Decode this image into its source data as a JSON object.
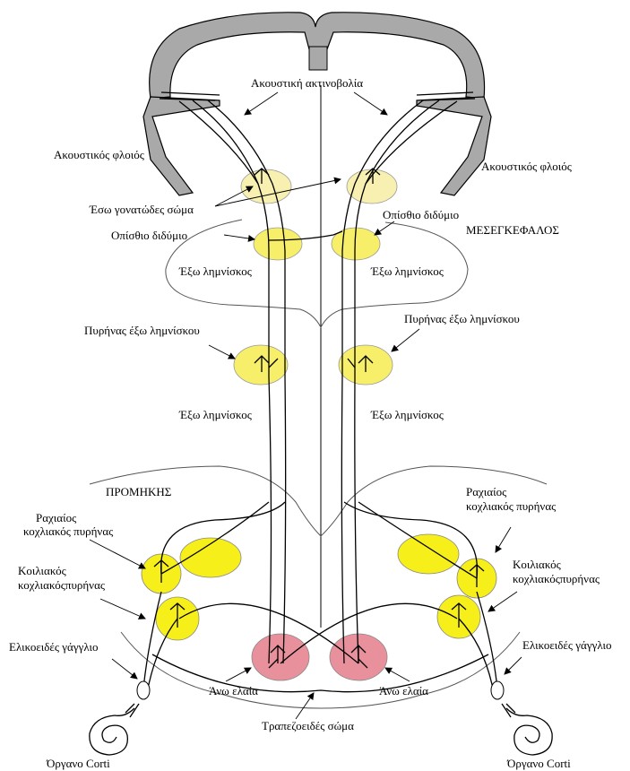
{
  "labels": {
    "auditory_radiation": "Ακουστική ακτινοβολία",
    "auditory_cortex": "Ακουστικός φλοιός",
    "medial_geniculate": "Έσω γονατώδες σώμα",
    "inferior_colliculus": "Οπίσθιο διδύμιο",
    "midbrain": "ΜΕΣΕΓΚΕΦΑΛΟΣ",
    "lateral_lemniscus": "Έξω λημνίσκος",
    "nucleus_lateral_lemniscus": "Πυρήνας έξω λημνίσκου",
    "medulla": "ΠΡΟΜΗΚΗΣ",
    "dorsal_cochlear_l1": "Ραχιαίος",
    "dorsal_cochlear_l2": "κοχλιακός πυρήνας",
    "ventral_cochlear_l1": "Κοιλιακός",
    "ventral_cochlear_l2": "κοχλιακόςπυρήνας",
    "spiral_ganglion": "Ελικοειδές γάγγλιο",
    "superior_olive": "Άνω ελαία",
    "trapezoid_body": "Τραπεζοειδές σώμα",
    "organ_of_corti": "Όργανο Corti"
  },
  "colors": {
    "cortex_fill": "#a9a9a9",
    "nucleus_yellow": "#f7ef6a",
    "nucleus_pale": "#f7f0b0",
    "olive_pink": "#e8919c",
    "line": "#000000"
  }
}
